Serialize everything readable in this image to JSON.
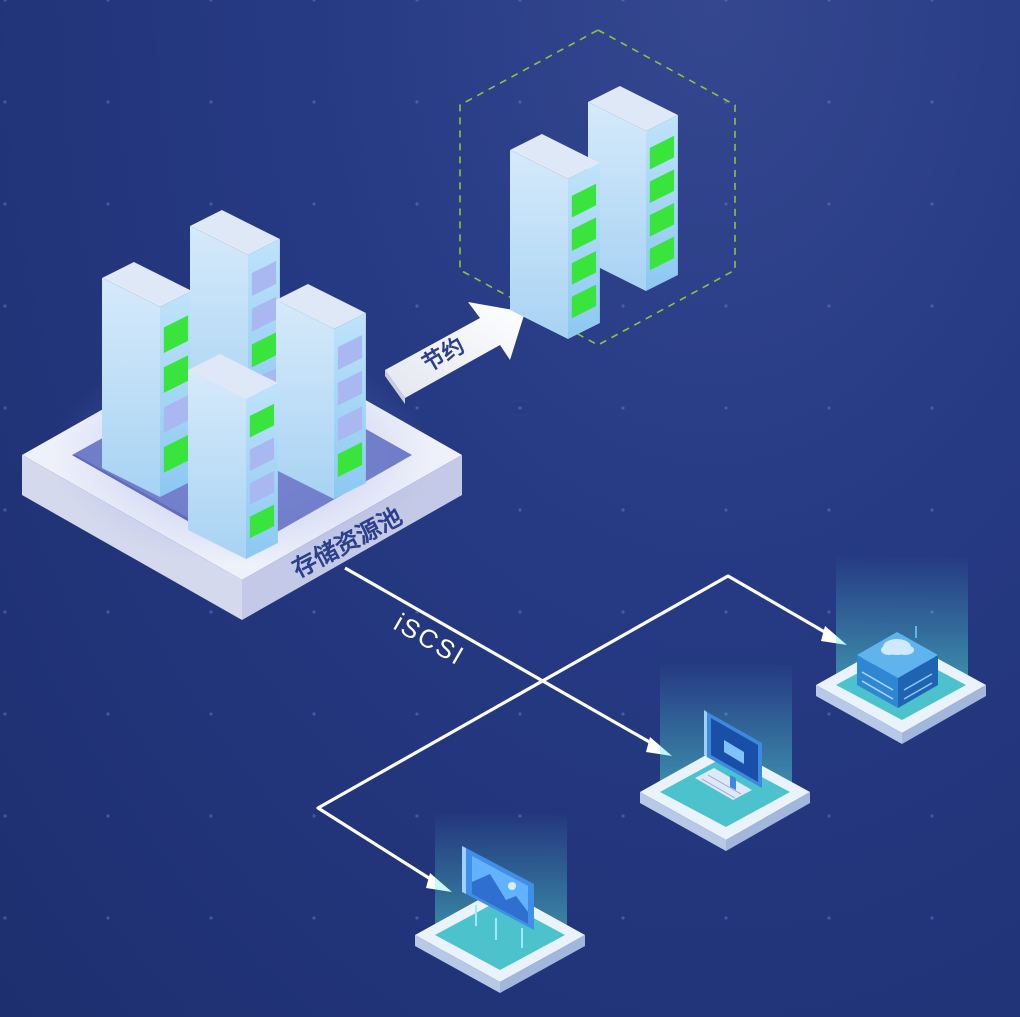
{
  "labels": {
    "pool": "存储资源池",
    "save": "节约",
    "protocol": "iSCSI"
  },
  "nodes": [
    {
      "name": "storage-pool-platform"
    },
    {
      "name": "consolidated-server-pair"
    },
    {
      "name": "cloud-storage-device"
    },
    {
      "name": "video-monitor-client"
    },
    {
      "name": "image-display-client"
    }
  ],
  "colors": {
    "background": "#263a84",
    "server_body": "#9fd4f7",
    "server_top": "#dfe8f6",
    "led_green": "#39e53c",
    "led_blue": "#a9b8f0",
    "platform": "#e8ecf8",
    "label_text": "#2c3f8a",
    "arrow": "#f0f2f6",
    "dashed_hex": "#8bc43f",
    "connector": "#ffffff",
    "device_glow": "#4fe3d6"
  },
  "icons": [
    "server-icon",
    "cloud-icon",
    "monitor-icon",
    "image-icon"
  ]
}
